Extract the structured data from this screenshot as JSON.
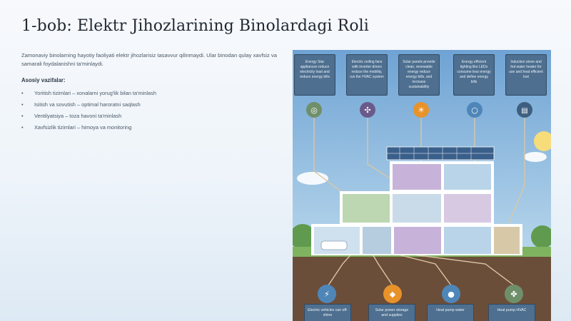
{
  "slide": {
    "title": "1-bob: Elektr Jihozlarining Binolardagi Roli",
    "intro": "Zamonaviy binolarning hayotiy faoliyati elektr jihozlarisiz tasavvur qilinmaydi. Ular binodan qulay xavfsiz va samarali foydalanishni ta'minlaydi.",
    "tasks_heading": "Asosiy vazifalar:",
    "tasks": [
      "Yoritish tizimlari – xonalarni yorug'lik bilan ta'minlash",
      "Isitish va sovutish – optimal haroratni saqlash",
      "Ventilyatsiya – toza havoni ta'minlash",
      "Xavfsizlik tizimlari – himoya va monitoring"
    ]
  },
  "infographic": {
    "top_cards": [
      {
        "text": "Energy Star appliances reduce electricity load and reduce energy bills",
        "icon": "washing-machine-icon"
      },
      {
        "text": "Electric ceiling fans with inverter drives reduce the mobility, run the HVAC system",
        "icon": "ceiling-fan-icon"
      },
      {
        "text": "Solar panels provide clean, renewable energy reduce energy bills, and increase sustainability",
        "icon": "solar-lamp-icon"
      },
      {
        "text": "Energy efficient lighting like LEDs consume less energy and define energy bills",
        "icon": "light-bulb-icon"
      },
      {
        "text": "Induction stove and hot water heater for use and heat efficient lost",
        "icon": "stove-icon"
      }
    ],
    "bottom_cards": [
      {
        "text": "Electric vehicles can off-shine",
        "icon": "ev-plug-icon"
      },
      {
        "text": "Solar power storage and supplies",
        "icon": "solar-storage-icon"
      },
      {
        "text": "Heat pump water",
        "icon": "water-drop-icon"
      },
      {
        "text": "Heat pump HVAC",
        "icon": "hvac-fan-icon"
      }
    ],
    "colors": {
      "card": "#4e6f8f",
      "icon_green": "#6f8f6a",
      "icon_purple": "#6a5a8a",
      "icon_orange": "#e8922a",
      "icon_blue": "#4f86b8",
      "ground": "#6b4e3a",
      "wire": "#d9c7a5"
    }
  }
}
